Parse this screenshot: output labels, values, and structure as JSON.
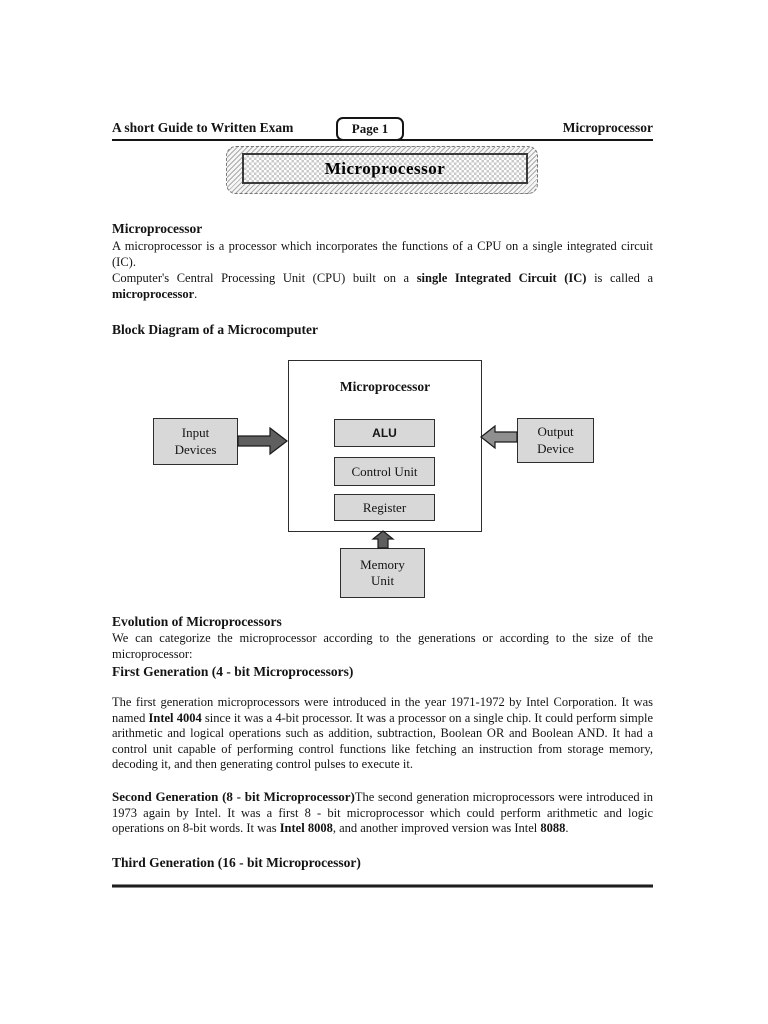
{
  "header": {
    "left": "A short Guide to Written Exam",
    "page_badge": "Page 1",
    "right": "Microprocessor"
  },
  "banner": {
    "title": "Microprocessor"
  },
  "intro": {
    "heading": "Microprocessor",
    "p1": "A microprocessor is a processor which incorporates the functions of a CPU on a single integrated circuit (IC).",
    "p2": {
      "r1": "Computer's Central Processing Unit (CPU) built on a ",
      "r2": "single Integrated Circuit (IC)",
      "r3": " is called a ",
      "r4": "microprocessor",
      "r5": "."
    }
  },
  "diagram": {
    "heading": "Block Diagram of a Microcomputer",
    "cpu_title": "Microprocessor",
    "alu": "ALU",
    "control_unit": "Control Unit",
    "register": "Register",
    "input": "Input Devices",
    "output": "Output Device",
    "memory": "Memory Unit"
  },
  "evolution": {
    "heading": "Evolution of Microprocessors",
    "p": "We can categorize the microprocessor according to the generations or according to the size of the microprocessor:",
    "gen1_heading": "First Generation (4 - bit Microprocessors)",
    "gen1": {
      "r1": "The first generation microprocessors were introduced in the year 1971-1972 by Intel Corporation. It was named ",
      "r2": "Intel 4004",
      "r3": " since it was a 4-bit processor. It was a processor on a single chip. It could perform simple arithmetic and logical operations such as addition, subtraction, Boolean OR and Boolean AND. It had a control unit capable of performing control functions like fetching an instruction from storage memory, decoding it, and then generating control pulses to execute it."
    },
    "gen2": {
      "r1": "Second Generation (8 - bit Microprocessor)",
      "r2": "The second generation microprocessors were introduced in 1973 again by Intel. It was a first 8 - bit microprocessor which could perform arithmetic and logic operations on 8-bit words. It was ",
      "r3": "Intel 8008",
      "r4": ", and another improved version was Intel ",
      "r5": "8088",
      "r6": "."
    },
    "gen3_heading": "Third Generation (16 - bit Microprocessor)"
  },
  "colors": {
    "box_fill": "#d8d8d8",
    "box_border": "#2e2e2e",
    "arrow_dark": "#5f5f5f",
    "arrow_light": "#8f8f8f",
    "text": "#141414"
  }
}
